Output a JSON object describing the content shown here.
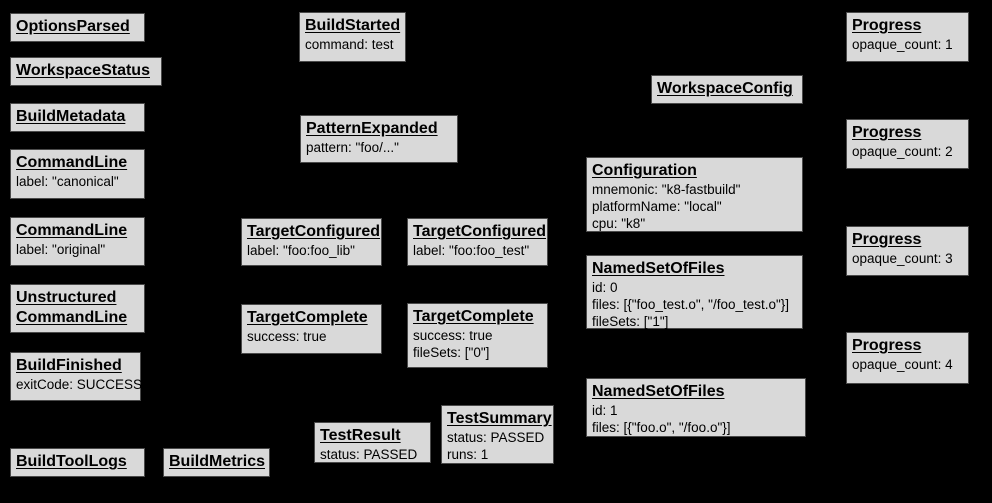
{
  "diagram": {
    "background_color": "#000000",
    "box_fill_color": "#d9d9d9",
    "box_border_color": "#4a4a4a",
    "text_color": "#000000"
  },
  "boxes": [
    {
      "title": "OptionsParsed",
      "lines": []
    },
    {
      "title": "WorkspaceStatus",
      "lines": []
    },
    {
      "title": "BuildMetadata",
      "lines": []
    },
    {
      "title": "CommandLine",
      "lines": [
        "label: \"canonical\""
      ]
    },
    {
      "title": "CommandLine",
      "lines": [
        "label: \"original\""
      ]
    },
    {
      "title": "Unstructured",
      "title2": "CommandLine",
      "lines": []
    },
    {
      "title": "BuildFinished",
      "lines": [
        "exitCode: SUCCESS"
      ]
    },
    {
      "title": "BuildToolLogs",
      "lines": []
    },
    {
      "title": "BuildMetrics",
      "lines": []
    },
    {
      "title": "BuildStarted",
      "lines": [
        "command: test"
      ]
    },
    {
      "title": "PatternExpanded",
      "lines": [
        "pattern: \"foo/...\""
      ]
    },
    {
      "title": "TargetConfigured",
      "lines": [
        "label: \"foo:foo_lib\""
      ]
    },
    {
      "title": "TargetConfigured",
      "lines": [
        "label: \"foo:foo_test\""
      ]
    },
    {
      "title": "TargetComplete",
      "lines": [
        "success: true"
      ]
    },
    {
      "title": "TargetComplete",
      "lines": [
        "success: true",
        "fileSets: [\"0\"]"
      ]
    },
    {
      "title": "TestResult",
      "lines": [
        "status: PASSED"
      ]
    },
    {
      "title": "TestSummary",
      "lines": [
        "status: PASSED",
        "runs: 1"
      ]
    },
    {
      "title": "WorkspaceConfig",
      "lines": []
    },
    {
      "title": "Configuration",
      "lines": [
        "mnemonic: \"k8-fastbuild\"",
        "platformName: \"local\"",
        "cpu: \"k8\""
      ]
    },
    {
      "title": "NamedSetOfFiles",
      "lines": [
        "id: 0",
        "files: [{\"foo_test.o\", \"/foo_test.o\"}]",
        "fileSets: [\"1\"]"
      ]
    },
    {
      "title": "NamedSetOfFiles",
      "lines": [
        "id: 1",
        "files: [{\"foo.o\", \"/foo.o\"}]"
      ]
    },
    {
      "title": "Progress",
      "lines": [
        "opaque_count: 1"
      ]
    },
    {
      "title": "Progress",
      "lines": [
        "opaque_count: 2"
      ]
    },
    {
      "title": "Progress",
      "lines": [
        "opaque_count: 3"
      ]
    },
    {
      "title": "Progress",
      "lines": [
        "opaque_count: 4"
      ]
    }
  ]
}
